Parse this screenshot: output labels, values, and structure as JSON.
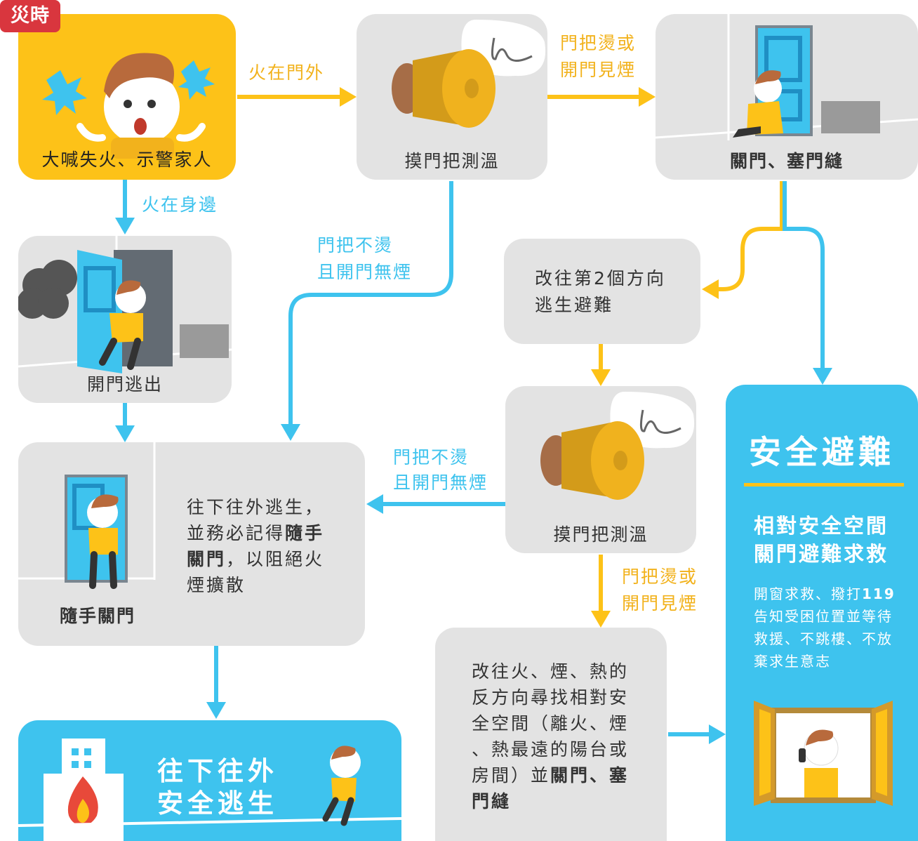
{
  "tag": "災時",
  "colors": {
    "yellow": "#fdc218",
    "blue": "#3ec3ee",
    "gray": "#e3e3e3",
    "arrow_yellow": "#fdc218",
    "arrow_blue": "#3ec3ee"
  },
  "nodes": {
    "start": {
      "caption": "大喊失火、示警家人"
    },
    "touch1": {
      "caption": "摸門把測溫"
    },
    "close_door": {
      "caption": "關門、塞門縫"
    },
    "open_escape": {
      "caption": "開門逃出"
    },
    "second_dir": {
      "line1": "改往第2個方向",
      "line2": "逃生避難"
    },
    "touch2": {
      "caption": "摸門把測溫"
    },
    "close_behind": {
      "caption": "隨手關門",
      "line1": "往下往外逃生，",
      "line2_a": "並務必記得",
      "line2_b": "隨手",
      "line3_a": "關門",
      "line3_b": "，以阻絕火",
      "line4": "煙擴散"
    },
    "relative_safe": {
      "line1": "改往火、煙、熱的",
      "line2": "反方向尋找相對安",
      "line3": "全空間（離火、煙",
      "line4": "、熱最遠的陽台或",
      "line5_a": "房間）並",
      "line5_b": "關門、塞",
      "line6": "門縫"
    },
    "escape_down": {
      "line1": "往下往外",
      "line2": "安全逃生"
    },
    "safe_refuge": {
      "title": "安全避難",
      "subtitle1": "相對安全空間",
      "subtitle2": "關門避難求救",
      "desc1_a": "開窗求救、撥打",
      "desc1_b": "119",
      "desc2": "告知受困位置並等待",
      "desc3": "救援、不跳樓、不放",
      "desc4": "棄求生意志"
    }
  },
  "edge_labels": {
    "fire_outside": "火在門外",
    "fire_near": "火在身邊",
    "hot1_l1": "門把燙或",
    "hot1_l2": "開門見煙",
    "not_hot1_l1": "門把不燙",
    "not_hot1_l2": "且開門無煙",
    "not_hot2_l1": "門把不燙",
    "not_hot2_l2": "且開門無煙",
    "hot2_l1": "門把燙或",
    "hot2_l2": "開門見煙"
  }
}
